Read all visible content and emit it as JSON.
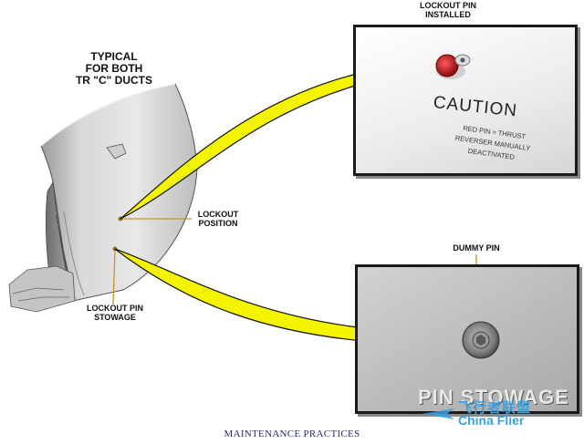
{
  "duct_heading": [
    "TYPICAL",
    "FOR BOTH",
    "TR \"C\" DUCTS"
  ],
  "callouts": {
    "lockout_position": [
      "LOCKOUT",
      "POSITION"
    ],
    "lockout_pin_stowage": [
      "LOCKOUT PIN",
      "STOWAGE"
    ],
    "lockout_pin_installed": [
      "LOCKOUT PIN",
      "INSTALLED"
    ],
    "dummy_pin": "DUMMY PIN"
  },
  "caution_photo": {
    "heading": "CAUTION",
    "lines": [
      "RED PIN = THRUST",
      "REVERSER MANUALLY",
      "DEACTIVATED"
    ]
  },
  "stowage_photo": {
    "placard": "PIN STOWAGE"
  },
  "footer": "MAINTENANCE PRACTICES",
  "watermark": {
    "cn": "飞行者联盟",
    "en": "China Flier"
  },
  "colors": {
    "arrow_fill": "#f4f400",
    "leader_line": "#c8922a",
    "red_pin": "#c0161a",
    "footer_text": "#2a2a6a"
  }
}
